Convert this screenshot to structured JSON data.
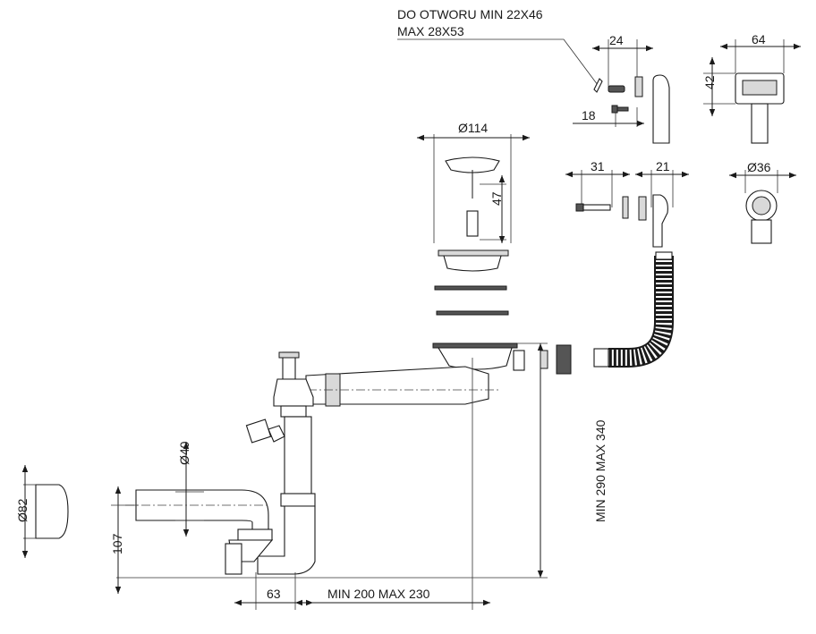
{
  "labels": {
    "note_line1": "DO OTWORU MIN 22X46",
    "note_line2": "MAX 28X53",
    "d114": "Ø114",
    "d47": "47",
    "d24": "24",
    "d18": "18",
    "d64": "64",
    "d42": "42",
    "d31": "31",
    "d21": "21",
    "d36": "Ø36",
    "height_range": "MIN 290 MAX 340",
    "d40": "Ø40",
    "d82": "Ø82",
    "d107": "107",
    "d63": "63",
    "width_range": "MIN 200 MAX 230"
  }
}
